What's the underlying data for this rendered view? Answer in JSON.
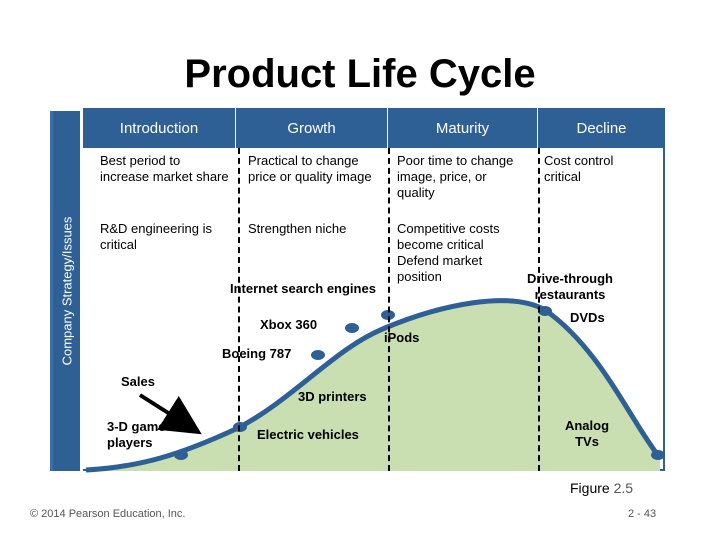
{
  "title": "Product Life Cycle",
  "side_label": "Company Strategy/Issues",
  "stages": [
    "Introduction",
    "Growth",
    "Maturity",
    "Decline"
  ],
  "issues": {
    "intro_1": "Best period to increase market share",
    "intro_2": "R&D engineering is critical",
    "growth_1": "Practical to change price or quality image",
    "growth_2": "Strengthen niche",
    "maturity_1": "Poor time to change image, price, or quality",
    "maturity_2": "Competitive costs become critical Defend market position",
    "decline_1": "Cost control critical"
  },
  "products": {
    "internet_search": "Internet search engines",
    "xbox": "Xbox 360",
    "boeing": "Boeing 787",
    "sales": "Sales",
    "game_players": "3-D game players",
    "printers": "3D printers",
    "electric": "Electric vehicles",
    "ipods": "iPods",
    "drive_through": "Drive-through restaurants",
    "dvds": "DVDs",
    "analog": "Analog TVs"
  },
  "figure": {
    "label": "Figure",
    "number": "2.5"
  },
  "copyright": "© 2014 Pearson Education, Inc.",
  "page": "2 - 43",
  "colors": {
    "header": "#2e5f95",
    "curve": "#2e5f95",
    "fill": "#c9deb1"
  }
}
